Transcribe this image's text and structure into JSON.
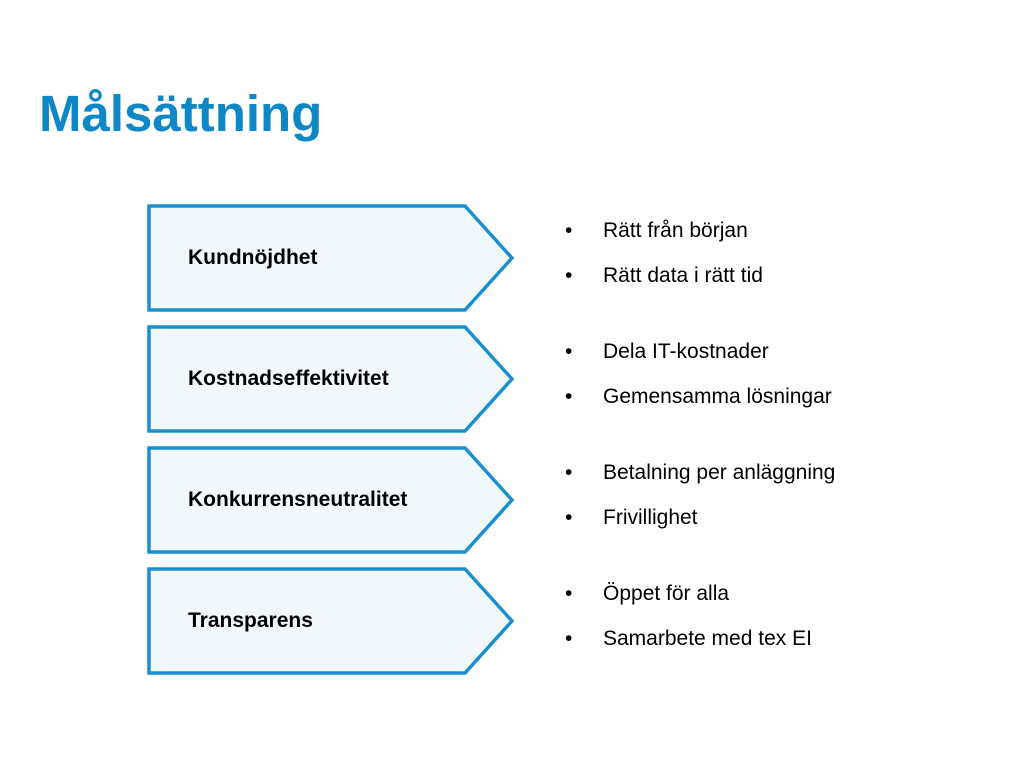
{
  "slide": {
    "title": "Målsättning"
  },
  "colors": {
    "title": "#0e87c7",
    "arrow_stroke": "#1a8fd0",
    "arrow_fill": "#f1f8fc",
    "text": "#000000"
  },
  "bullet_symbol": "•",
  "rows": [
    {
      "label": "Kundnöjdhet",
      "bullets": [
        "Rätt från början",
        "Rätt data i rätt tid"
      ]
    },
    {
      "label": "Kostnadseffektivitet",
      "bullets": [
        "Dela IT-kostnader",
        "Gemensamma lösningar"
      ]
    },
    {
      "label": "Konkurrensneutralitet",
      "bullets": [
        "Betalning per anläggning",
        "Frivillighet"
      ]
    },
    {
      "label": "Transparens",
      "bullets": [
        "Öppet för alla",
        "Samarbete med tex EI"
      ]
    }
  ]
}
